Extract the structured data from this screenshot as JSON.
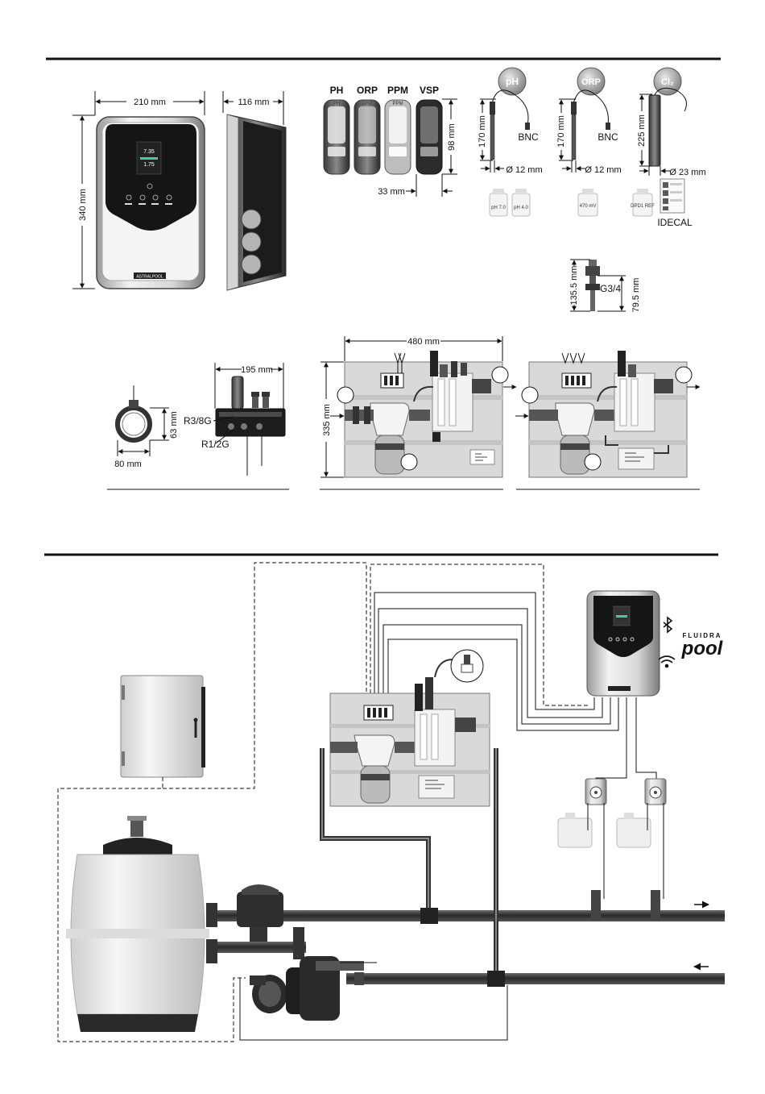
{
  "dimensions": {
    "controller_width": "210 mm",
    "controller_depth": "116 mm",
    "controller_height": "340 mm",
    "probe_holder_height": "98 mm",
    "probe_holder_width": "33 mm",
    "ph_probe_length": "170 mm",
    "ph_probe_diameter": "Ø 12 mm",
    "orp_probe_length": "170 mm",
    "orp_probe_diameter": "Ø 12 mm",
    "cl_probe_length": "225 mm",
    "cl_probe_diameter": "Ø 23 mm",
    "injector_length": "135.5 mm",
    "injector_thread_length": "79.5 mm",
    "injector_thread": "G3/4",
    "collar_width": "80 mm",
    "collar_height": "63 mm",
    "manifold_width": "195 mm",
    "manifold_thread_top": "R3/8G",
    "manifold_thread_bottom": "R1/2G",
    "panel_width": "480 mm",
    "panel_height": "335 mm"
  },
  "probe_holders": [
    "PH",
    "ORP",
    "PPM",
    "VSP"
  ],
  "holder_caps": [
    "PH",
    "ORP",
    "PPM",
    "VSP"
  ],
  "probes": {
    "ph": "pH",
    "orp": "ORP",
    "cl": "Cl₂"
  },
  "connectors": {
    "ph_connector": "BNC",
    "orp_connector": "BNC"
  },
  "buffers": [
    "pH 7.0",
    "pH 4.0",
    "470 mV",
    "DPD1 REF"
  ],
  "reagent_kit": "IDECAL",
  "controller": {
    "brand_plate": "ASTRALPOOL",
    "screen_time": "7.35",
    "screen_value": "1.75"
  },
  "fluidra_logo": {
    "top": "FLUIDRA",
    "bottom": "pool"
  },
  "icons": [
    "bluetooth-icon",
    "wifi-icon",
    "flow-arrow-icon"
  ],
  "colors": {
    "line": "#111111",
    "pipe": "#3a3a3a",
    "panel": "#d9d9d9",
    "controller_face": "#e8e8e8",
    "screen": "#111111"
  }
}
